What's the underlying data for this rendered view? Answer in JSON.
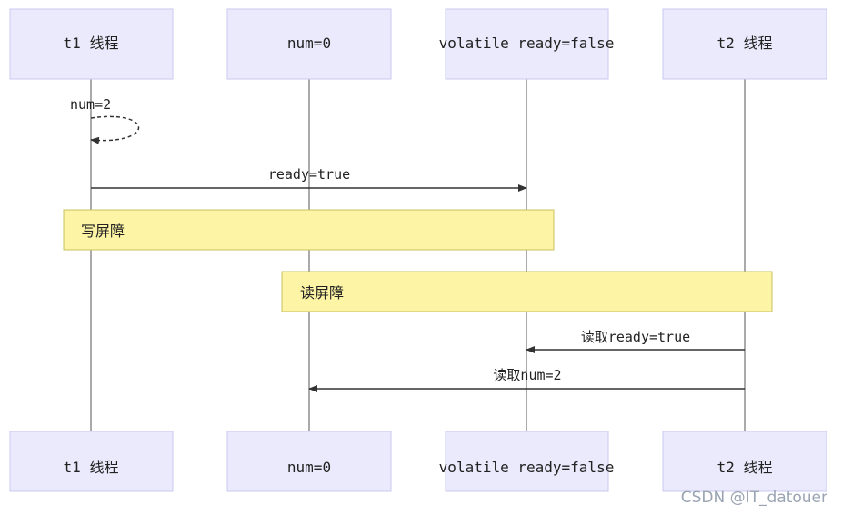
{
  "diagram": {
    "actors": [
      {
        "id": "t1",
        "label": "t1 线程"
      },
      {
        "id": "num",
        "label": "num=0"
      },
      {
        "id": "ready",
        "label": "volatile ready=false"
      },
      {
        "id": "t2",
        "label": "t2 线程"
      }
    ],
    "self_message": {
      "label": "num=2"
    },
    "messages": [
      {
        "label": "ready=true"
      },
      {
        "label": "读取ready=true"
      },
      {
        "label": "读取num=2"
      }
    ],
    "notes": [
      {
        "label": "写屏障"
      },
      {
        "label": "读屏障"
      }
    ],
    "colors": {
      "actor_fill": "#eaeafc",
      "actor_stroke": "#c9c9f0",
      "note_fill": "#fdf5a5",
      "note_stroke": "#c8c060",
      "line": "#333333"
    }
  },
  "watermark": {
    "text": "CSDN @IT_datouer"
  }
}
